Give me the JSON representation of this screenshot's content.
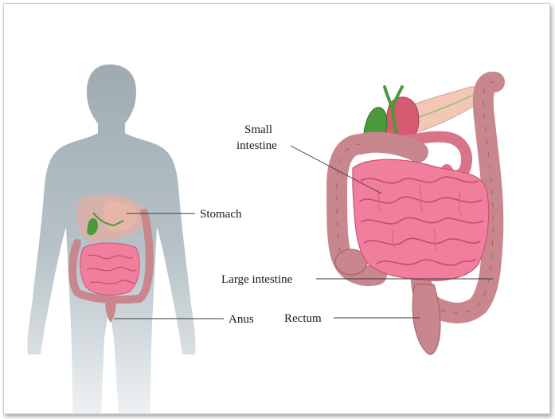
{
  "labels": {
    "small_intestine_line1": "Small",
    "small_intestine_line2": "intestine",
    "stomach": "Stomach",
    "large_intestine": "Large intestine",
    "anus": "Anus",
    "rectum": "Rectum"
  },
  "colors": {
    "body_silhouette": "#a9b6bd",
    "small_intestine": "#f07f9d",
    "small_intestine_outline": "#d24f74",
    "large_intestine": "#c8868d",
    "large_intestine_outline": "#9e5c66",
    "stomach": "#d65a70",
    "gallbladder": "#4a9a3a",
    "pancreas": "#f3c7b5",
    "liver_region": "#d9b0a8"
  }
}
